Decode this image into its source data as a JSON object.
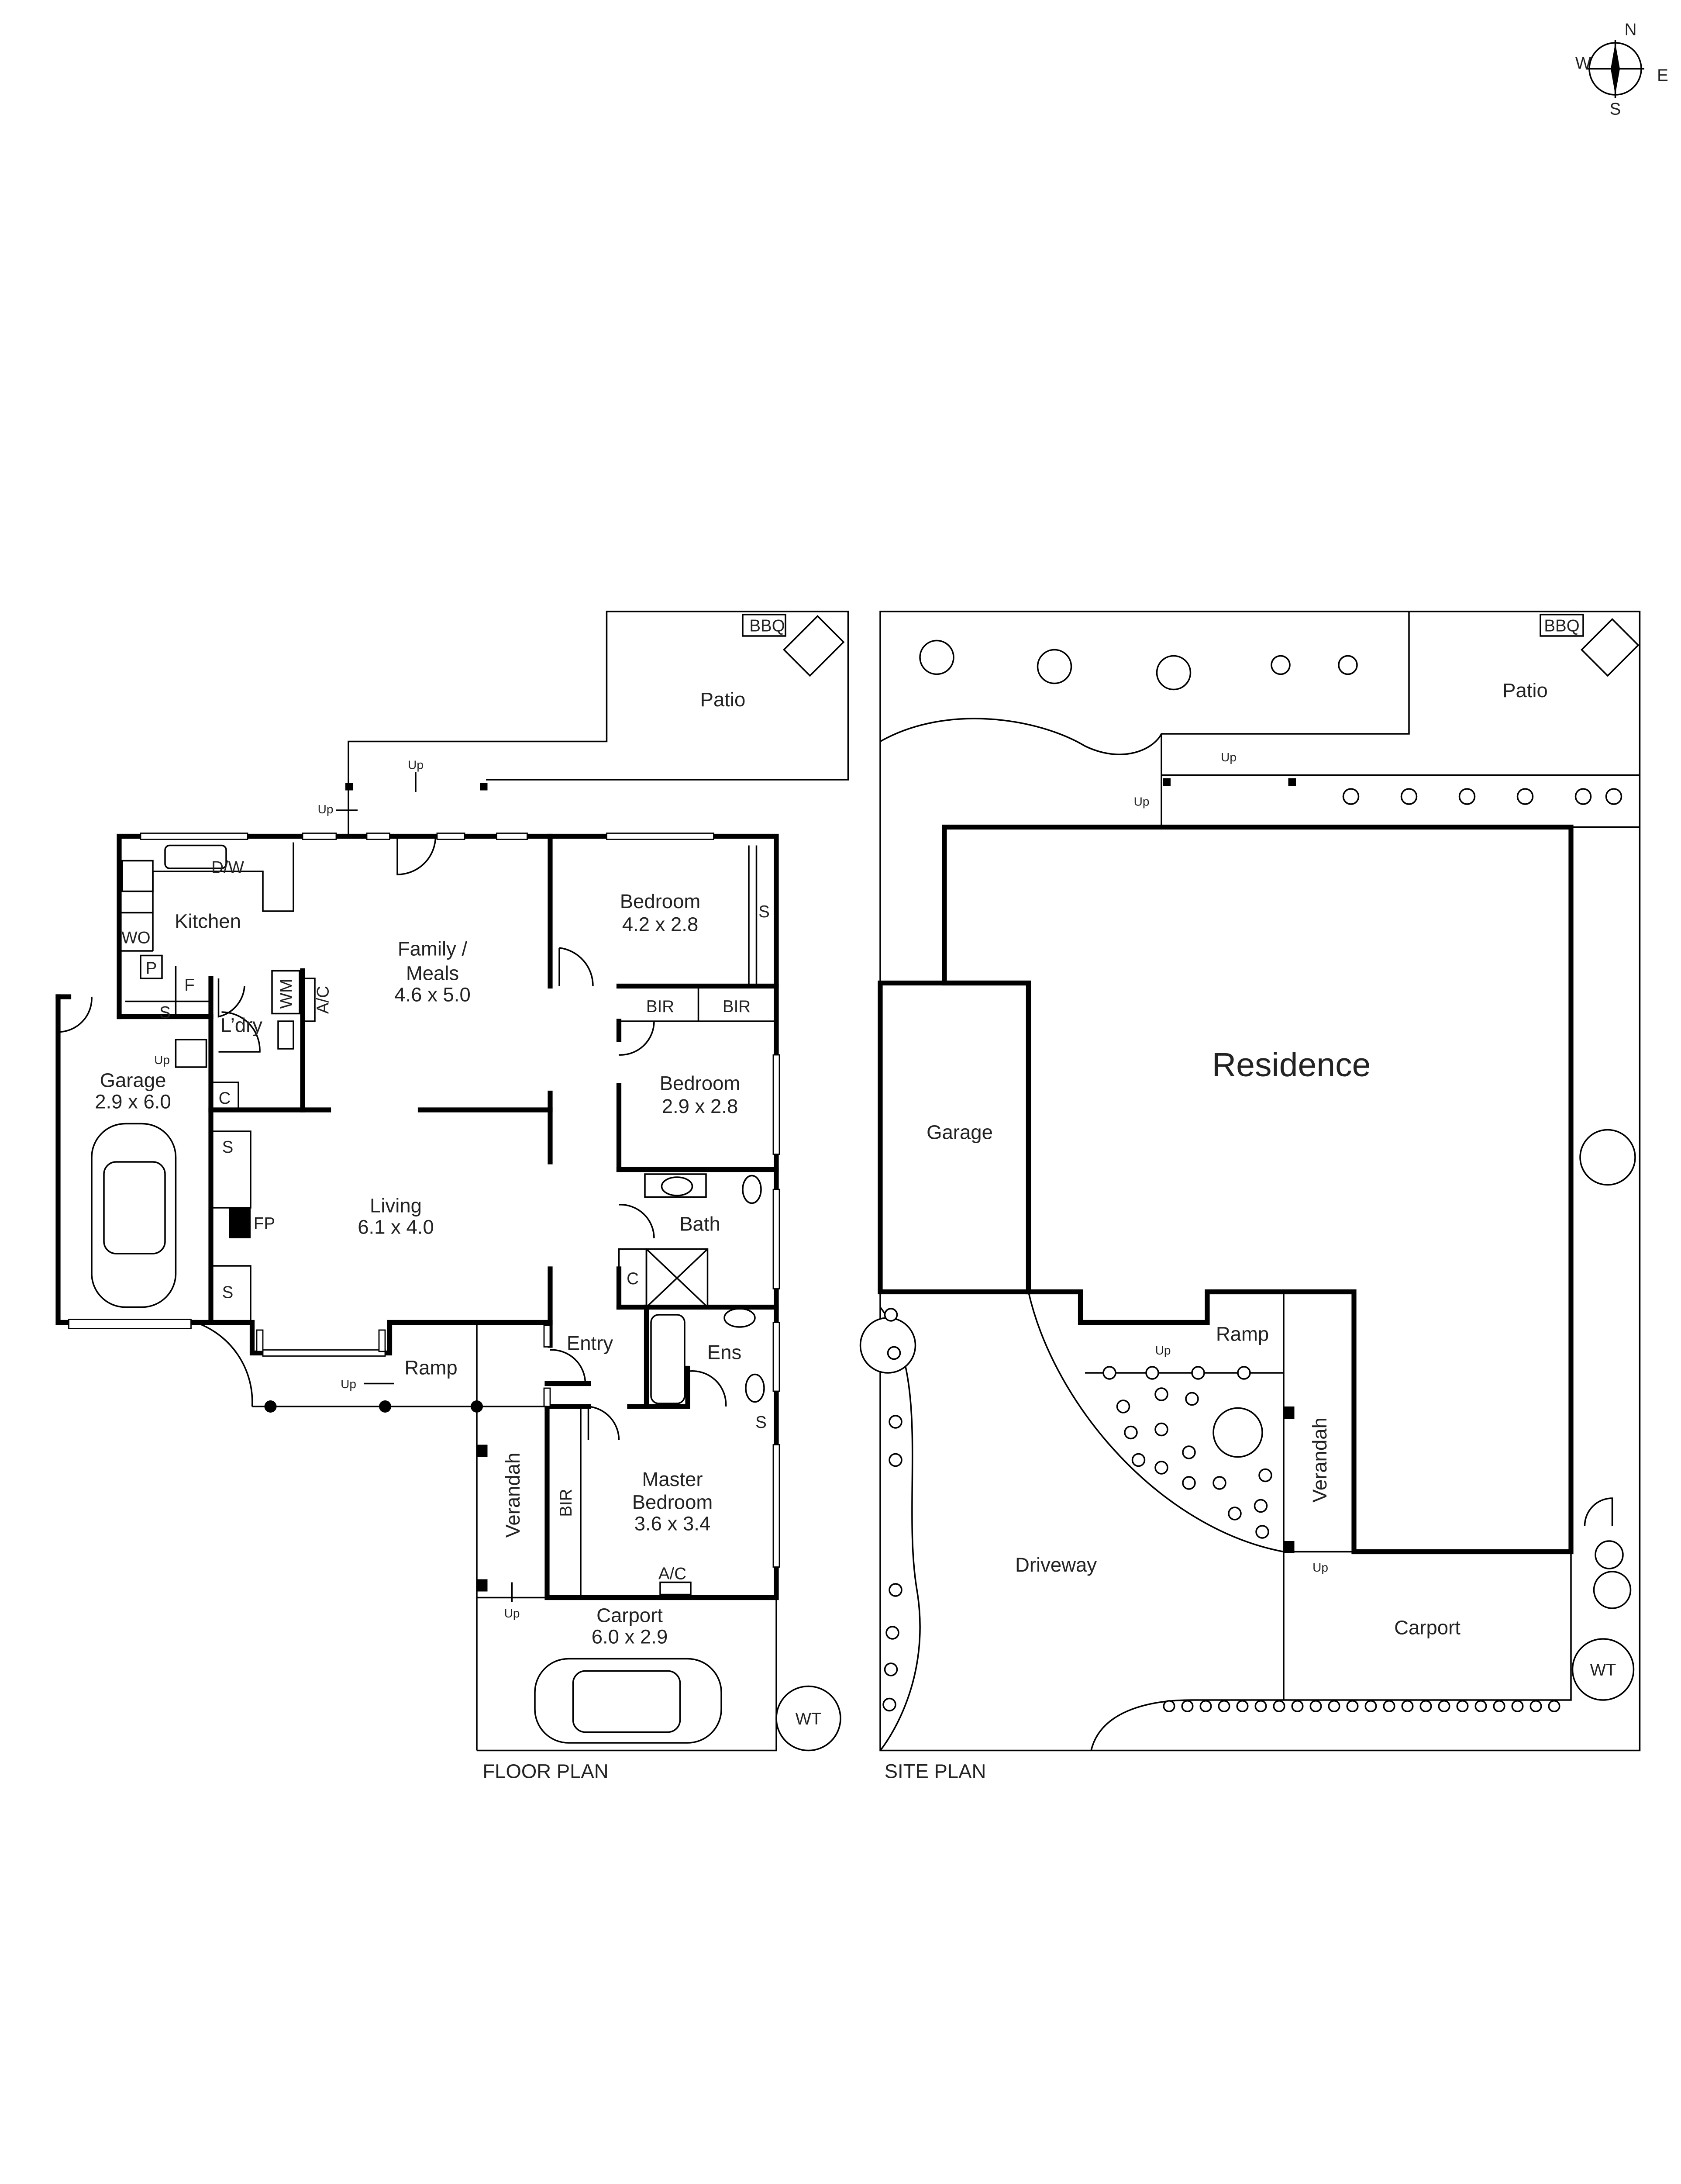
{
  "compass": {
    "n": "N",
    "e": "E",
    "s": "S",
    "w": "W"
  },
  "floor_plan": {
    "caption": "FLOOR PLAN",
    "rooms": {
      "patio": "Patio",
      "bbq": "BBQ",
      "kitchen": "Kitchen",
      "dw": "D/W",
      "wo": "WO",
      "pantry": "P",
      "fridge": "F",
      "family_name_1": "Family /",
      "family_name_2": "Meals",
      "family_dim": "4.6 x 5.0",
      "bedroom1_name": "Bedroom",
      "bedroom1_dim": "4.2 x 2.8",
      "bedroom2_name": "Bedroom",
      "bedroom2_dim": "2.9 x 2.8",
      "bir": "BIR",
      "storage": "S",
      "laundry": "L’dry",
      "wm": "WM",
      "ac": "A/C",
      "garage_name": "Garage",
      "garage_dim": "2.9 x 6.0",
      "cupboard": "C",
      "living_name": "Living",
      "living_dim": "6.1 x 4.0",
      "fireplace": "FP",
      "bath": "Bath",
      "ens": "Ens",
      "entry": "Entry",
      "ramp": "Ramp",
      "master_name_1": "Master",
      "master_name_2": "Bedroom",
      "master_dim": "3.6 x 3.4",
      "verandah": "Verandah",
      "carport_name": "Carport",
      "carport_dim": "6.0 x 2.9",
      "wt": "WT",
      "up": "Up"
    }
  },
  "site_plan": {
    "caption": "SITE PLAN",
    "labels": {
      "patio": "Patio",
      "bbq": "BBQ",
      "residence": "Residence",
      "garage": "Garage",
      "ramp": "Ramp",
      "verandah": "Verandah",
      "driveway": "Driveway",
      "carport": "Carport",
      "wt": "WT",
      "up": "Up"
    }
  }
}
